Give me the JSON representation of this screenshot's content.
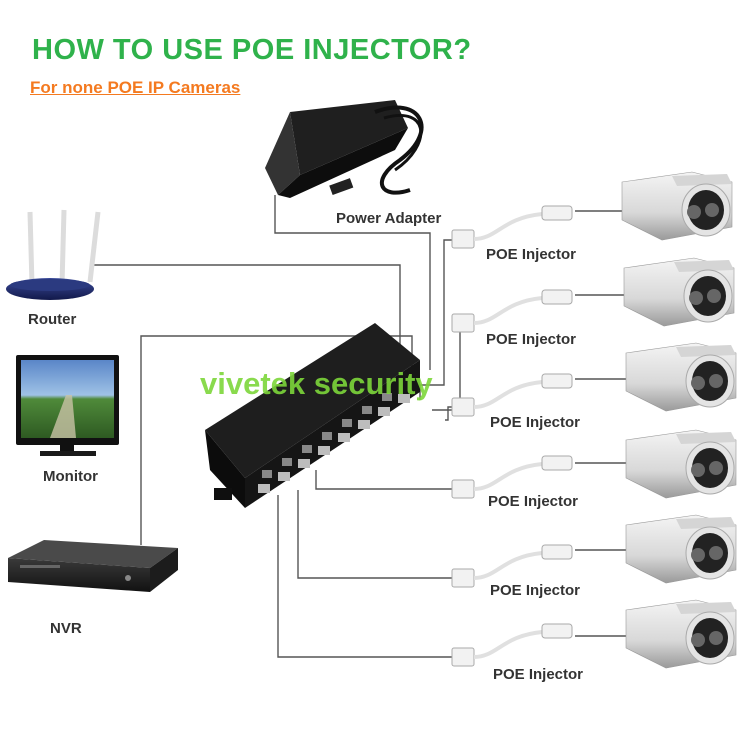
{
  "header": {
    "title": "HOW TO USE POE INJECTOR?",
    "subtitle": "For none POE IP Cameras"
  },
  "devices": {
    "power_adapter": "Power Adapter",
    "router": "Router",
    "monitor": "Monitor",
    "nvr": "NVR"
  },
  "injectors": [
    "POE Injector",
    "POE Injector",
    "POE Injector",
    "POE Injector",
    "POE Injector",
    "POE Injector"
  ],
  "watermark": "vivetek security",
  "colors": {
    "title": "#2fb24b",
    "subtitle": "#f47a20",
    "watermark": "#7dd63a",
    "cable": "#555555"
  },
  "icons": [
    "router-icon",
    "monitor-icon",
    "nvr-icon",
    "power-adapter-icon",
    "poe-switch-icon",
    "injector-icon",
    "camera-icon"
  ]
}
